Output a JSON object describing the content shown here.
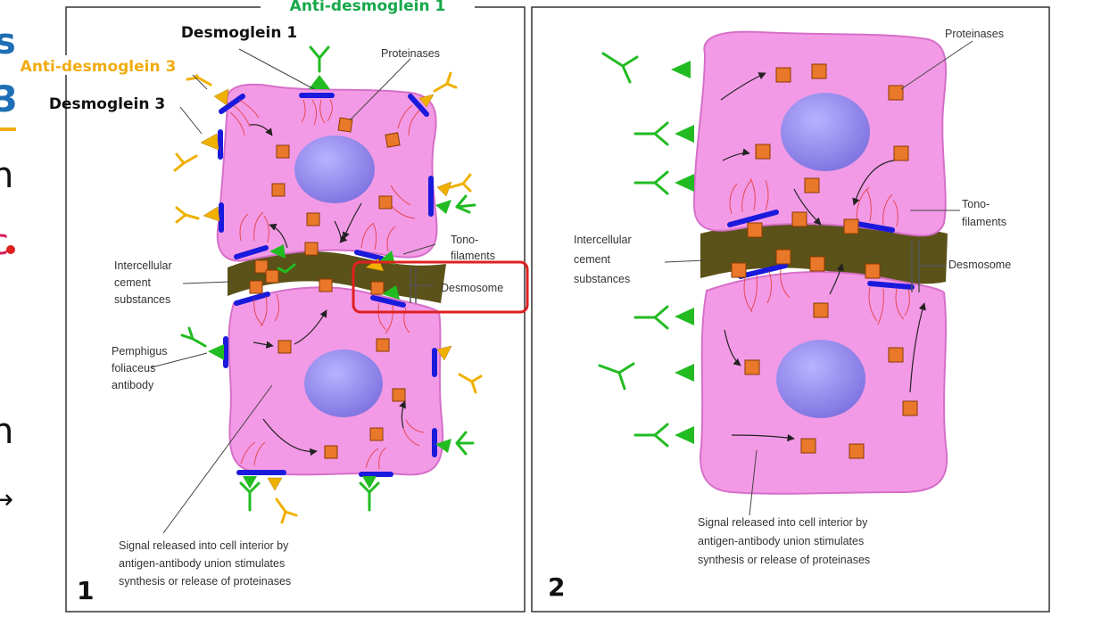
{
  "slide": {
    "left_edge_glyphs": [
      "s",
      "3",
      "n",
      "c",
      "n",
      "→"
    ]
  },
  "panel1": {
    "number": "1",
    "title_top": "Anti-desmoglein 1",
    "desmoglein1": "Desmoglein 1",
    "anti_desmoglein3": "Anti-desmoglein 3",
    "desmoglein3": "Desmoglein 3",
    "proteinases": "Proteinases",
    "tonofilaments_line1": "Tono-",
    "tonofilaments_line2": "filaments",
    "desmosome": "Desmosome",
    "cement_lines": [
      "Intercellular",
      "cement",
      "substances"
    ],
    "antibody_lines": [
      "Pemphigus",
      "foliaceus",
      "antibody"
    ],
    "signal_lines": [
      "Signal released into cell interior by",
      "antigen-antibody union stimulates",
      "synthesis or release of proteinases"
    ]
  },
  "panel2": {
    "number": "2",
    "proteinases": "Proteinases",
    "tonofilaments_line1": "Tono-",
    "tonofilaments_line2": "filaments",
    "desmosome": "Desmosome",
    "cement_lines": [
      "Intercellular",
      "cement",
      "substances"
    ],
    "signal_lines": [
      "Signal released into cell interior by",
      "antigen-antibody union stimulates",
      "synthesis or release of proteinases"
    ]
  },
  "colors": {
    "cell_fill": "#f39ae6",
    "cell_stroke": "#d66fc8",
    "nucleus": "#8a7fe6",
    "cement": "#5a5218",
    "desmoglein": "#1a1adc",
    "granule": "#e9782a",
    "antibody_green": "#22bb22",
    "antibody_orange": "#f0b000",
    "highlight_box": "#e02020",
    "anti_dsg1_text": "#17a84a",
    "anti_dsg3_text": "#f0ac10",
    "slide_blue": "#1f6fb5"
  },
  "icons": {
    "antibody": "y-shaped-antibody-icon",
    "antigen": "triangle-antigen-icon",
    "granule": "square-proteinase-icon"
  }
}
